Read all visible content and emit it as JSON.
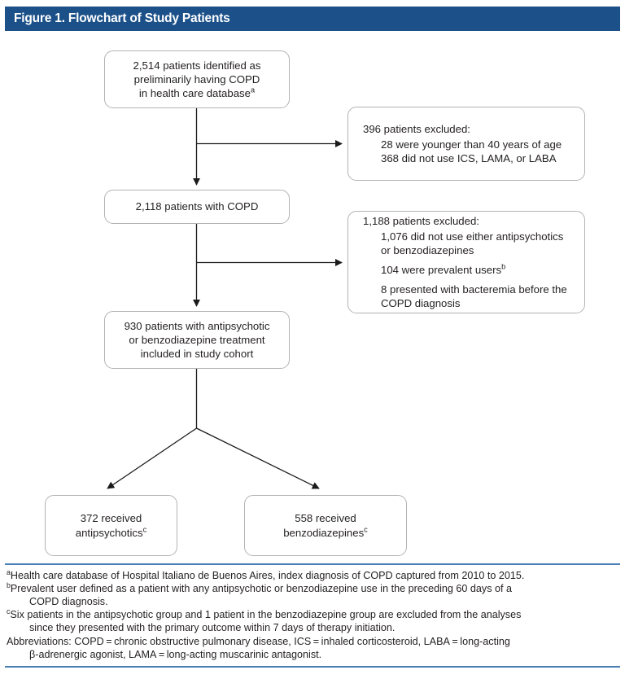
{
  "figure": {
    "title": "Figure 1. Flowchart of Study Patients",
    "title_bar_color": "#1b5089",
    "rule_color": "#4a7fb5",
    "box_border_color": "#b3b3b3",
    "text_color": "#231f20"
  },
  "flow": {
    "nodes": {
      "cohort_initial": {
        "lines": [
          "2,514 patients identified as",
          "preliminarily having COPD",
          "in health care database"
        ],
        "superscript": "a"
      },
      "excluded_1": {
        "heading": "396 patients excluded:",
        "items": [
          "28 were younger than 40 years of age",
          "368 did not use ICS, LAMA, or LABA"
        ]
      },
      "cohort_copd": {
        "lines": [
          "2,118 patients with COPD"
        ]
      },
      "excluded_2": {
        "heading": "1,188 patients excluded:",
        "items": [
          "1,076 did not use either antipsychotics or benzodiazepines",
          "104 were prevalent users",
          "8 presented with bacteremia before the COPD diagnosis"
        ],
        "item_superscripts": [
          "",
          "b",
          ""
        ]
      },
      "cohort_study": {
        "lines": [
          "930 patients with antipsychotic",
          "or benzodiazepine treatment",
          "included in study cohort"
        ]
      },
      "antipsychotics": {
        "lines": [
          "372 received",
          "antipsychotics"
        ],
        "superscript": "c"
      },
      "benzodiazepines": {
        "lines": [
          "558 received",
          "benzodiazepines"
        ],
        "superscript": "c"
      }
    }
  },
  "footnotes": [
    {
      "marker": "a",
      "text": "Health care database of Hospital Italiano de Buenos Aires, index diagnosis of COPD captured from 2010 to 2015."
    },
    {
      "marker": "b",
      "text": "Prevalent user defined as a patient with any antipsychotic or benzodiazepine use in the preceding 60 days of a",
      "continuation": "COPD diagnosis."
    },
    {
      "marker": "c",
      "text": "Six patients in the antipsychotic group and 1 patient in the benzodiazepine group are excluded from the analyses",
      "continuation": "since they presented with the primary outcome within 7 days of therapy initiation."
    },
    {
      "marker": "",
      "text": "Abbreviations: COPD = chronic obstructive pulmonary disease, ICS = inhaled corticosteroid, LABA = long-acting",
      "continuation": "β-adrenergic agonist, LAMA = long-acting muscarinic antagonist."
    }
  ]
}
